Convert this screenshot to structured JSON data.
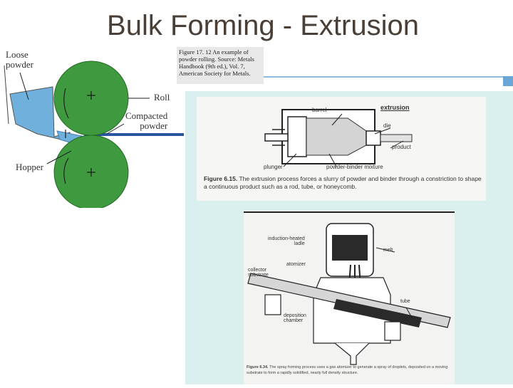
{
  "slide": {
    "title": "Bulk Forming - Extrusion"
  },
  "rolling_figure": {
    "labels": {
      "loose_powder": "Loose\npowder",
      "roll": "Roll",
      "compacted_powder": "Compacted\npowder",
      "hopper": "Hopper"
    },
    "caption": "Figure 17. 12 An example of powder rolling. Source: Metals Handbook (9th ed.), Vol. 7, American Society for Metals."
  },
  "extrusion_figure": {
    "labels": {
      "barrel": "barrel",
      "extrusion": "extrusion",
      "die": "die",
      "product": "product",
      "plunger": "plunger",
      "mixture": "powder-binder mixture"
    },
    "caption_number": "Figure 6.15.",
    "caption_text": "The extrusion process forces a slurry of powder and binder through a constriction to shape a continuous product such as a rod, tube, or honeycomb."
  },
  "spray_figure": {
    "labels": {
      "ladle": "induction-heated\nladle",
      "melt": "melt",
      "atomizer": "atomizer",
      "substrate": "collector\nsubstrate",
      "tube": "tube",
      "chamber": "deposition\nchamber"
    },
    "caption_number": "Figure 6.34.",
    "caption_text": "The spray forming process uses a gas atomizer to generate a spray of droplets, deposited on a moving substrate to form a rapidly solidified, nearly full density structure."
  },
  "colors": {
    "roll": "#3f9a3f",
    "powder": "#6fb0dc",
    "panel": "#d9f0ef",
    "title": "#4a3f36",
    "accent": "#6aa7d6"
  }
}
